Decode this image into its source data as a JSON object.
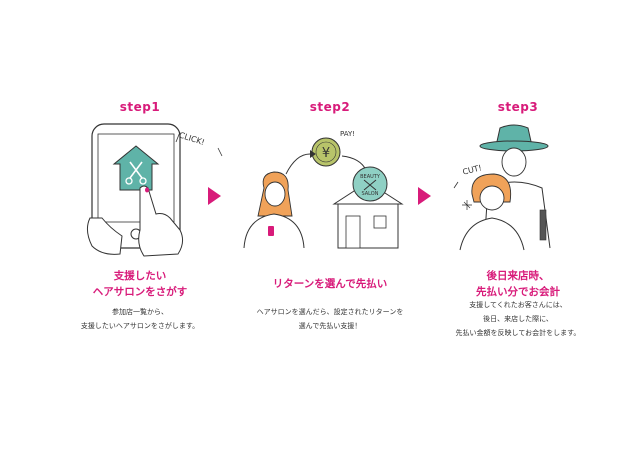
{
  "steps": [
    {
      "label": "step1",
      "title_lines": [
        "支援したい",
        "ヘアサロンをさがす"
      ],
      "desc_lines": [
        "参加店一覧から、",
        "支援したいヘアサロンをさがします。"
      ],
      "bubble": "CLICK!"
    },
    {
      "label": "step2",
      "title_lines": [
        "リターンを選んで先払い"
      ],
      "desc_lines": [
        "ヘアサロンを選んだら、設定されたリターンを",
        "選んで先払い支援！"
      ],
      "bubble": "PAY!",
      "coin_symbol": "¥",
      "salon_sign_top": "BEAUTY",
      "salon_sign_bottom": "SALON"
    },
    {
      "label": "step3",
      "title_lines": [
        "後日来店時、",
        "先払い分でお会計"
      ],
      "desc_lines": [
        "支援してくれたお客さんには、",
        "後日、来店した際に、",
        "先払い金額を反映してお会計をします。"
      ],
      "bubble": "CUT!"
    }
  ],
  "colors": {
    "accent": "#d81b7a",
    "teal": "#5fb3a8",
    "coin": "#b8c46a",
    "hair": "#f0a259",
    "sign": "#8fd0c4"
  },
  "icons": [
    "triangle-arrow-right-icon",
    "scissors-icon"
  ]
}
